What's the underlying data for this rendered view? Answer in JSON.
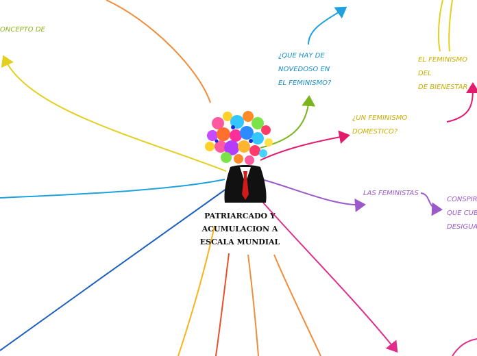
{
  "central_topic": "PATRIARCADO Y\nACUMULACION A\nESCALA MUNDIAL",
  "topics": [
    {
      "id": "concepto",
      "text": "ONCEPTO DE",
      "color": "#8bb21e"
    },
    {
      "id": "novedoso",
      "text": "¿QUE HAY DE\nNOVEDOSO EN\nEL FEMINISMO?",
      "color": "#1a8fc9"
    },
    {
      "id": "domestico",
      "text": "¿UN FEMINISMO\nDOMESTICO?",
      "color": "#e2c400"
    },
    {
      "id": "bienestar",
      "text": "EL FEMINISMO DEL\nDE BIENESTAR",
      "color": "#e2c400"
    },
    {
      "id": "feministas",
      "text": "LAS FEMINISTAS",
      "color": "#9b59c9"
    },
    {
      "id": "conspira",
      "text": "CONSPIRA\nQUE CUBR\nDESIGUALD",
      "color": "#9b59c9"
    }
  ],
  "colors": {
    "orange": "#ef8c3a",
    "yellow": "#e3cf1f",
    "cyan": "#1ea1dd",
    "blue": "#1a5fbf",
    "green": "#7ab51d",
    "pink": "#e31b6d",
    "purple": "#9b59c9",
    "magenta": "#e02d8b",
    "gold": "#f4b41a",
    "red_orange": "#e6502a"
  }
}
